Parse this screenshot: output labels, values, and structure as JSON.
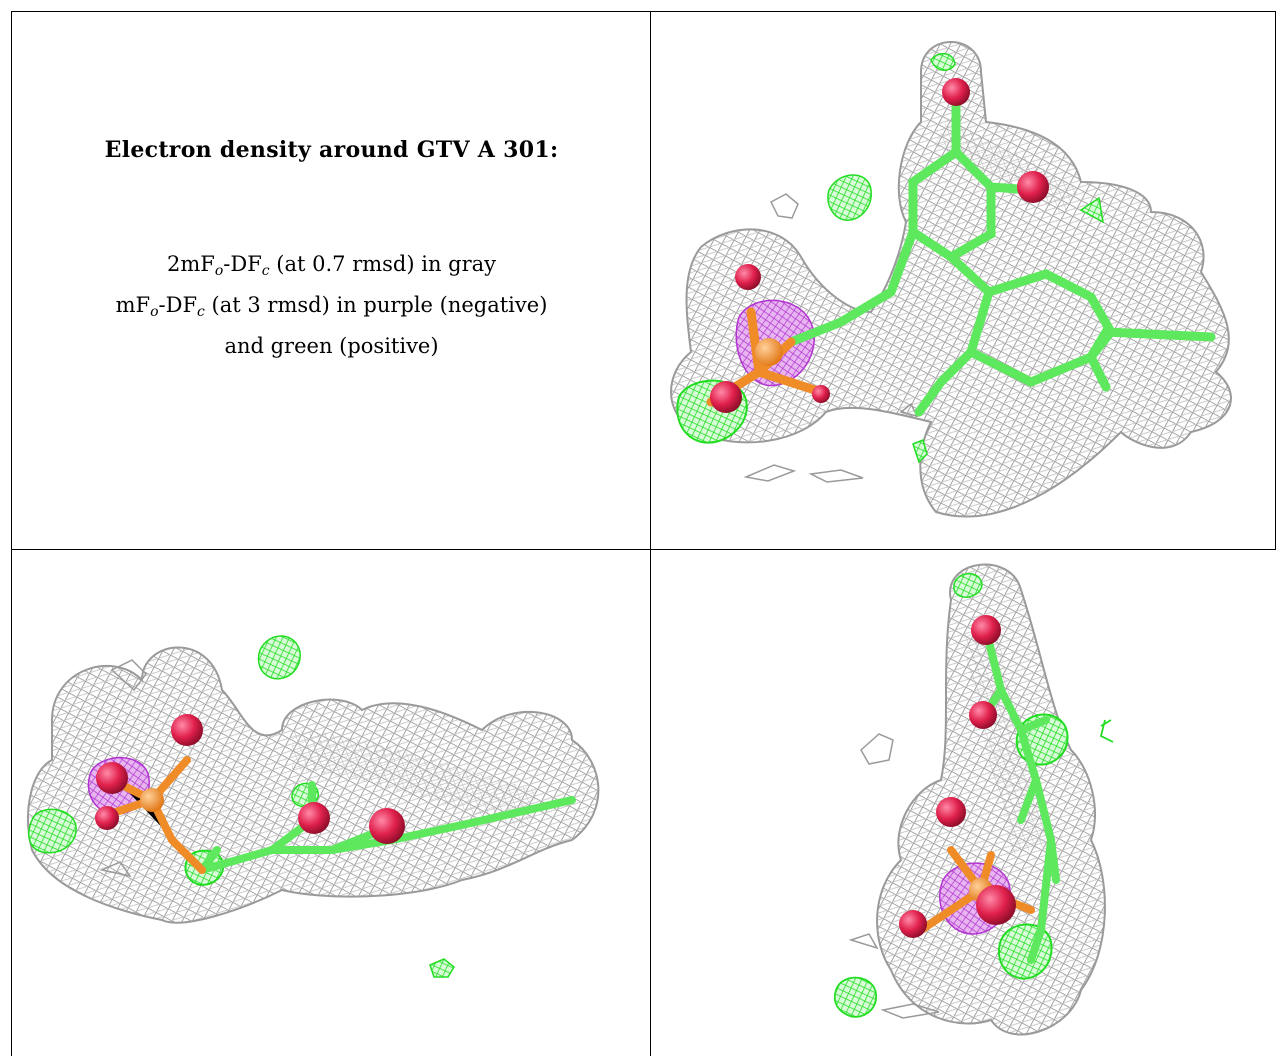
{
  "panel_text": {
    "title": "Electron density around GTV A 301:",
    "line1": {
      "pre": "2mF",
      "sub1": "o",
      "mid": "-DF",
      "sub2": "c",
      "post": " (at 0.7 rmsd) in gray"
    },
    "line2": {
      "pre": "mF",
      "sub1": "o",
      "mid": "-DF",
      "sub2": "c",
      "post": " (at 3 rmsd) in purple (negative)"
    },
    "line3": "and green (positive)"
  },
  "colors": {
    "density_2fofc": "#9a9a9a",
    "fofc_negative": "#b040c8",
    "fofc_positive": "#22ee22",
    "carbon": "#6cf06c",
    "oxygen": "#e0204c",
    "phosphorus": "#f08c28",
    "border": "#000000"
  },
  "views": [
    "view-1",
    "view-2",
    "view-3"
  ]
}
